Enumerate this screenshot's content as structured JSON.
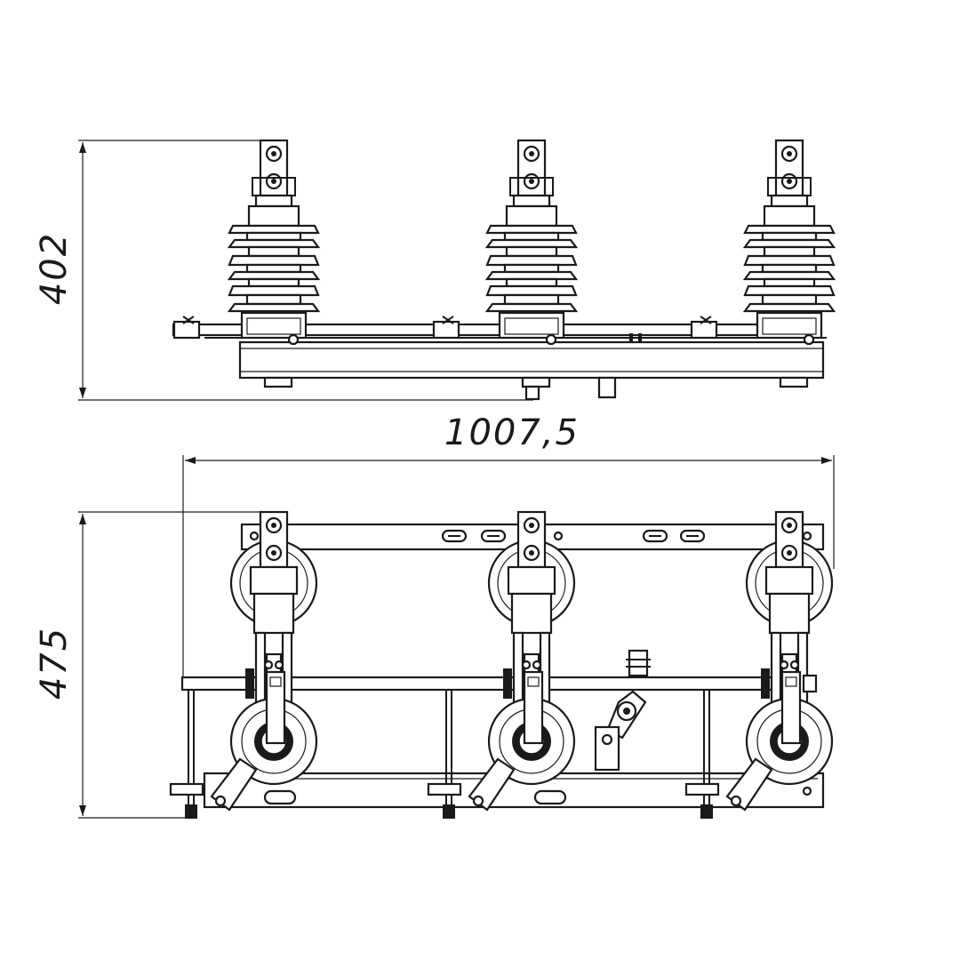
{
  "dimensions": {
    "side_view_height": "402",
    "overall_width": "1007,5",
    "top_view_depth": "475"
  }
}
